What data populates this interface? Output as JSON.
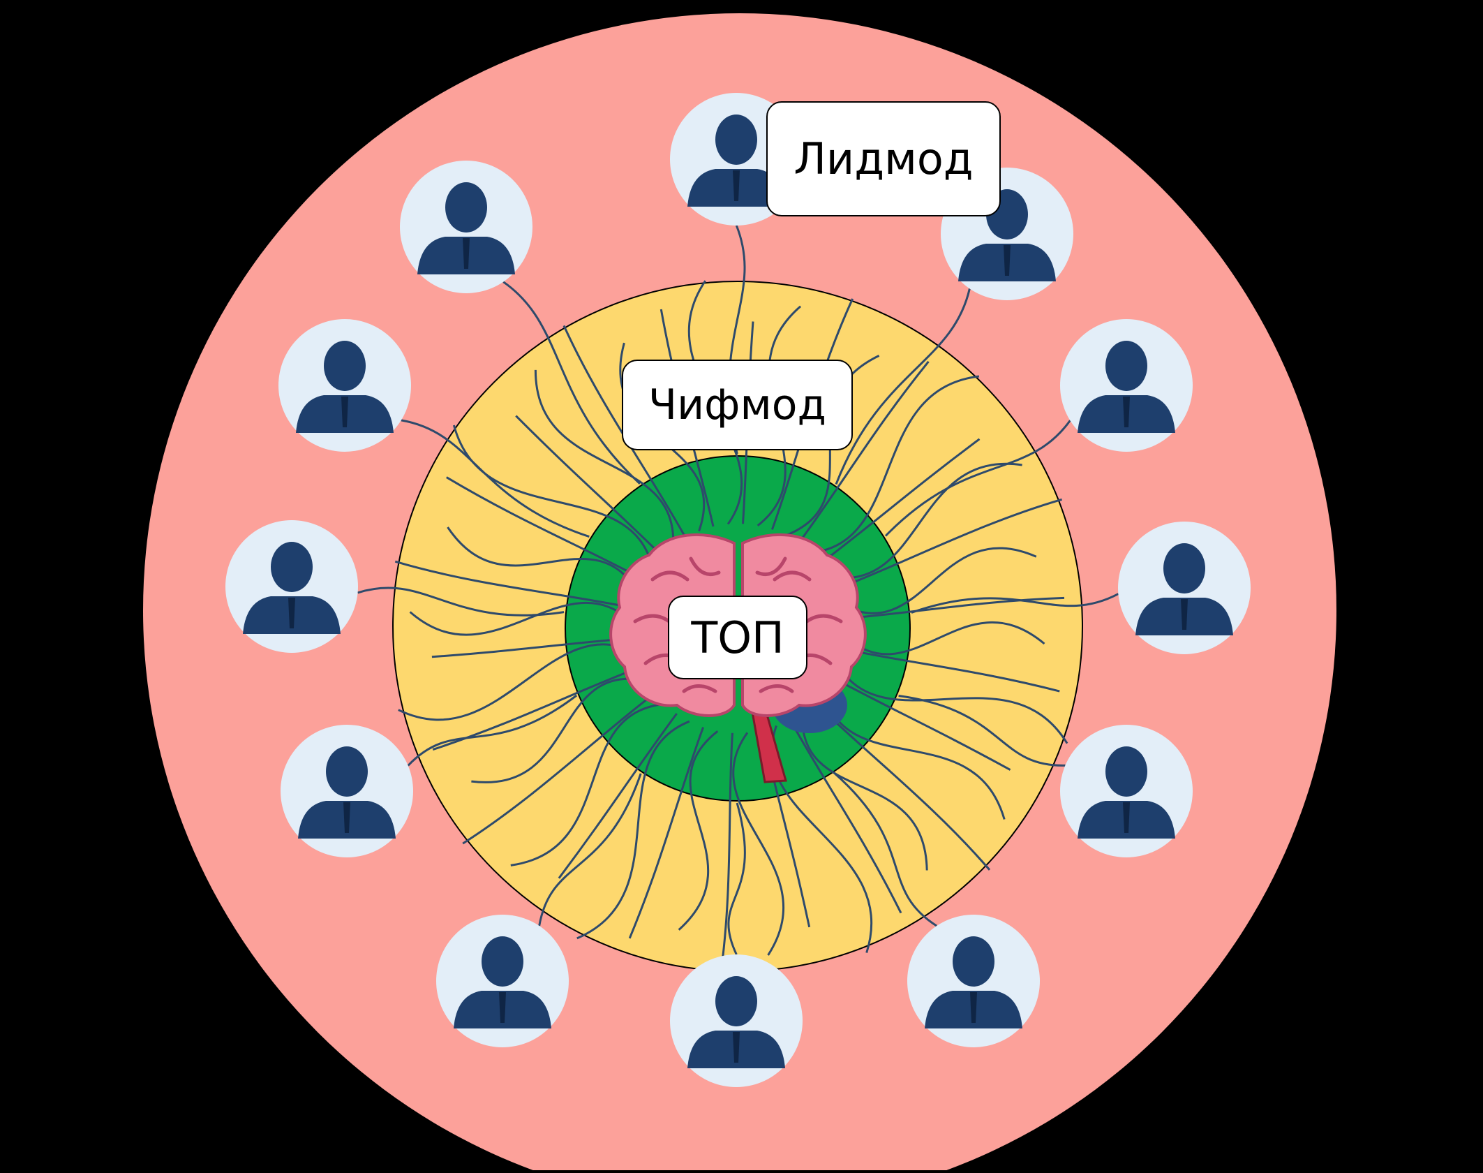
{
  "colors": {
    "background": "#000000",
    "outer_ring": "#fca19a",
    "middle_ring": "#fdd86e",
    "inner_circle": "#0aa94a",
    "connector": "#2e4a6b",
    "avatar_bg": "#e3eef8",
    "avatar_fg": "#1e3f6d",
    "brain": "#f08aa0",
    "brain_dark": "#c8506c",
    "brain_stem": "#d0304a"
  },
  "labels": {
    "lead": "Лидмод",
    "chief": "Чифмод",
    "top": "ТОП"
  },
  "icons": {
    "avatar": "person-avatar-icon",
    "brain": "brain-icon"
  }
}
